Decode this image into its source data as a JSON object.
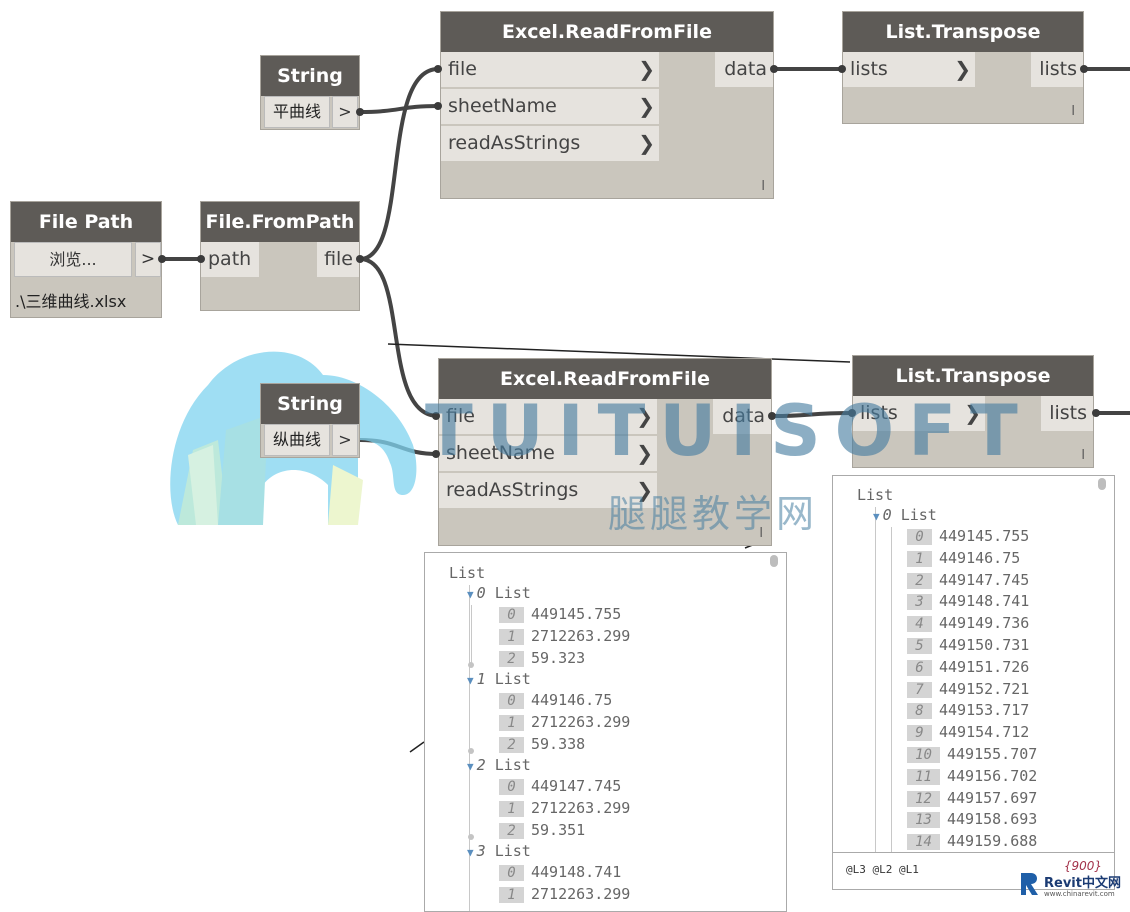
{
  "nodes": {
    "excel1": {
      "title": "Excel.ReadFromFile",
      "inputs": [
        "file",
        "sheetName",
        "readAsStrings"
      ],
      "output": "data",
      "lacing": "l"
    },
    "transpose1": {
      "title": "List.Transpose",
      "input": "lists",
      "output": "lists",
      "lacing": "l"
    },
    "string1": {
      "title": "String",
      "value": "平曲线",
      "port": ">"
    },
    "filepath": {
      "title": "File Path",
      "button": "浏览...",
      "port": ">",
      "path": ".\\三维曲线.xlsx"
    },
    "frompath": {
      "title": "File.FromPath",
      "input": "path",
      "output": "file"
    },
    "excel2": {
      "title": "Excel.ReadFromFile",
      "inputs": [
        "file",
        "sheetName",
        "readAsStrings"
      ],
      "output": "data",
      "lacing": "l"
    },
    "transpose2": {
      "title": "List.Transpose",
      "input": "lists",
      "output": "lists",
      "lacing": "l"
    },
    "string2": {
      "title": "String",
      "value": "纵曲线",
      "port": ">"
    }
  },
  "watch_left": {
    "root": "List",
    "groups": [
      {
        "label": "List",
        "index": "0",
        "items": [
          [
            "0",
            "449145.755"
          ],
          [
            "1",
            "2712263.299"
          ],
          [
            "2",
            "59.323"
          ]
        ]
      },
      {
        "label": "List",
        "index": "1",
        "items": [
          [
            "0",
            "449146.75"
          ],
          [
            "1",
            "2712263.299"
          ],
          [
            "2",
            "59.338"
          ]
        ]
      },
      {
        "label": "List",
        "index": "2",
        "items": [
          [
            "0",
            "449147.745"
          ],
          [
            "1",
            "2712263.299"
          ],
          [
            "2",
            "59.351"
          ]
        ]
      },
      {
        "label": "List",
        "index": "3",
        "items": [
          [
            "0",
            "449148.741"
          ],
          [
            "1",
            "2712263.299"
          ]
        ]
      }
    ]
  },
  "watch_right": {
    "root": "List",
    "sub_label": "List",
    "sub_index": "0",
    "items": [
      [
        "0",
        "449145.755"
      ],
      [
        "1",
        "449146.75"
      ],
      [
        "2",
        "449147.745"
      ],
      [
        "3",
        "449148.741"
      ],
      [
        "4",
        "449149.736"
      ],
      [
        "5",
        "449150.731"
      ],
      [
        "6",
        "449151.726"
      ],
      [
        "7",
        "449152.721"
      ],
      [
        "8",
        "449153.717"
      ],
      [
        "9",
        "449154.712"
      ],
      [
        "10",
        "449155.707"
      ],
      [
        "11",
        "449156.702"
      ],
      [
        "12",
        "449157.697"
      ],
      [
        "13",
        "449158.693"
      ],
      [
        "14",
        "449159.688"
      ]
    ],
    "footer_levels": "@L3 @L2 @L1",
    "footer_count": "{900}"
  },
  "watermark": {
    "brand": "TUITUISOFT",
    "cn": "腿腿教学网"
  },
  "revit_logo": {
    "name": "Revit中文网",
    "url": "www.chinarevit.com"
  },
  "colors": {
    "node_title": "#5e5b57",
    "node_body": "#cac6bd",
    "port": "#e6e3de",
    "wire": "#3b3b3b",
    "tree_arrow": "#5b8fbf"
  }
}
